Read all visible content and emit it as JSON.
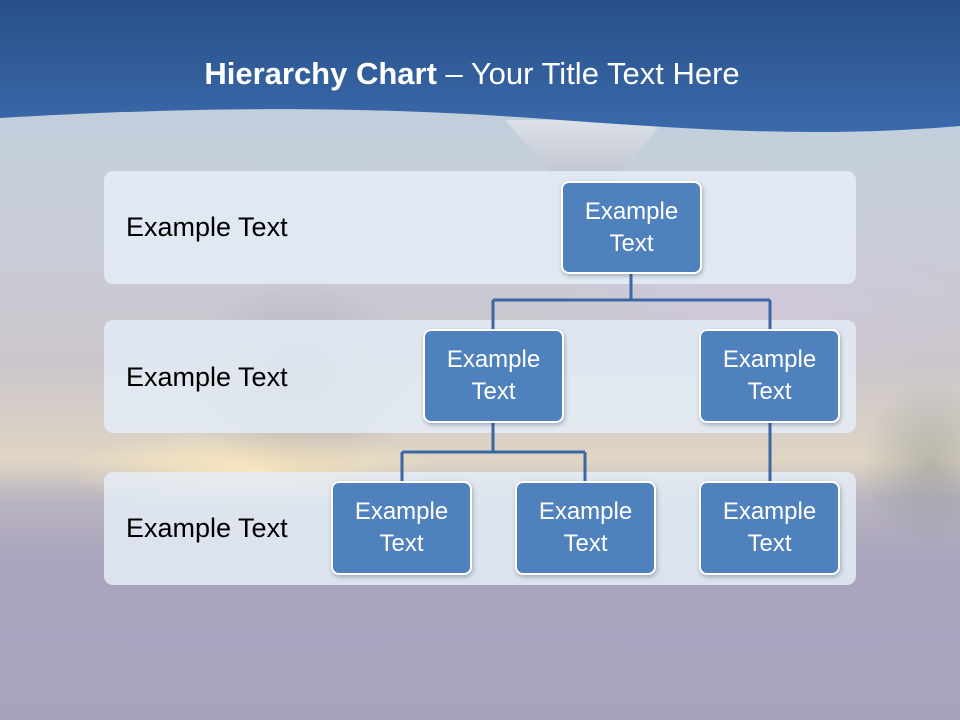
{
  "slide": {
    "title_bold": "Hierarchy Chart",
    "title_rest": " – Your Title Text Here"
  },
  "rows": [
    {
      "label": "Example Text"
    },
    {
      "label": "Example Text"
    },
    {
      "label": "Example Text"
    }
  ],
  "nodes": {
    "top": "Example Text",
    "level2_left": "Example Text",
    "level2_right": "Example Text",
    "level3_left": "Example Text",
    "level3_middle": "Example Text",
    "level3_right": "Example Text"
  },
  "colors": {
    "header": "#2e5a96",
    "node_fill": "#4f81bd",
    "node_border": "#ffffff",
    "connector": "#3a67a3",
    "row_band": "#e4ecf6"
  }
}
